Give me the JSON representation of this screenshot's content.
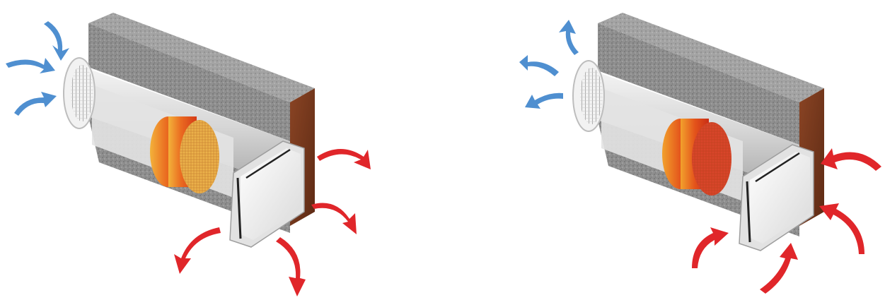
{
  "panels": [
    {
      "mode": "intake",
      "cold_arrows": "outward-in",
      "warm_arrows": "inward-out"
    },
    {
      "mode": "exhaust",
      "cold_arrows": "inward-out",
      "warm_arrows": "outward-in"
    }
  ],
  "colors": {
    "background": "#ffffff",
    "wall_top": "#9a9a9a",
    "wall_front": "#8c8c8c",
    "wall_side": "#7a3a1e",
    "duct": "#dcdcdc",
    "regenerator_hot": "#e2481a",
    "regenerator_mid": "#f0a030",
    "cold_air": "#4f8fd0",
    "warm_air": "#e0262a",
    "grille": "#e6e6e6",
    "panel_cover": "#f2f2f2"
  },
  "icons": [
    "cold-air-arrow-icon",
    "warm-air-arrow-icon",
    "outer-grille-icon",
    "inner-cover-icon",
    "heat-regenerator-icon"
  ]
}
